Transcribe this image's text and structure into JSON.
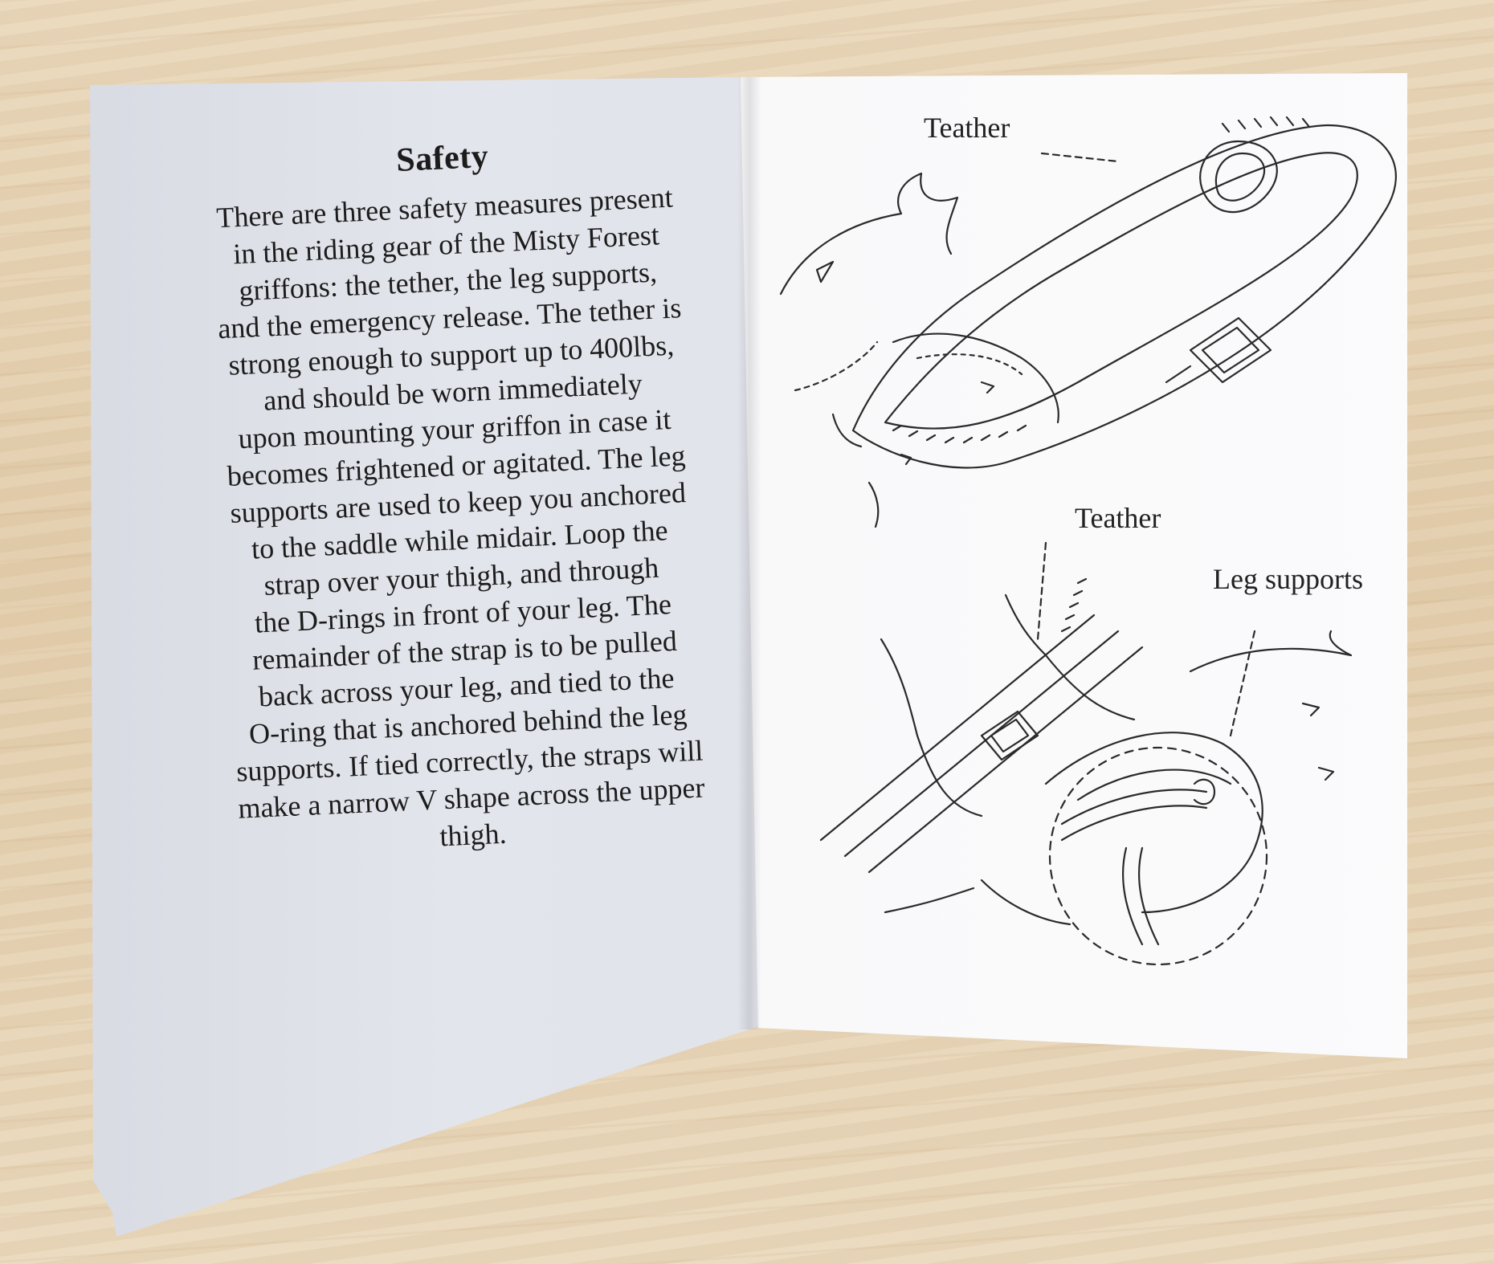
{
  "left_page": {
    "title": "Safety",
    "lines": [
      "There are three safety measures present",
      "in the riding gear of the Misty Forest",
      "griffons: the tether, the leg supports,",
      "and the emergency release. The tether is",
      "strong enough to support up to 400lbs,",
      "and should be worn immediately",
      "upon mounting your griffon in case it",
      "becomes frightened or agitated. The leg",
      "supports are used to keep you anchored",
      "to the saddle while midair. Loop the",
      "strap over your thigh, and through",
      "the D-rings in front of your leg. The",
      "remainder of the strap is to be pulled",
      "back across your leg, and tied to the",
      "O-ring that is anchored behind the leg",
      "supports. If tied correctly, the straps will",
      "make a narrow V shape across the upper",
      "thigh."
    ]
  },
  "right_page": {
    "labels": {
      "tether_top": "Teather",
      "tether_bottom": "Teather",
      "leg_supports": "Leg supports"
    }
  },
  "colors": {
    "wood": "#e7d4b6",
    "paper": "#fbfbfc",
    "ink": "#1c1c1c"
  }
}
